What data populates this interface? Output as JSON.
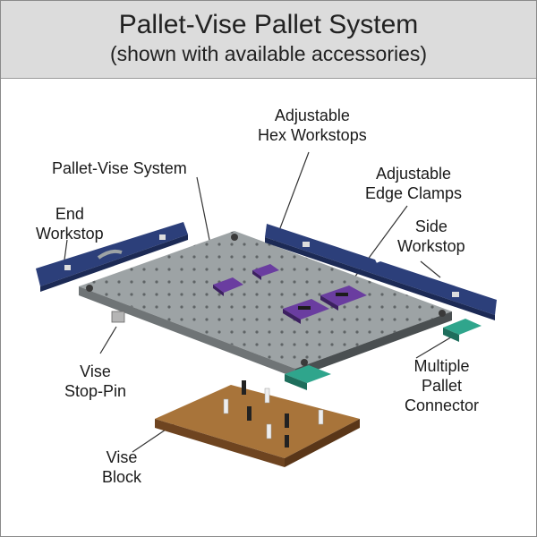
{
  "header": {
    "title": "Pallet-Vise Pallet System",
    "subtitle": "(shown with available accessories)"
  },
  "labels": {
    "hex_workstops": [
      "Adjustable",
      "Hex Workstops"
    ],
    "pallet_vise_system": "Pallet-Vise System",
    "edge_clamps": [
      "Adjustable",
      "Edge Clamps"
    ],
    "end_workstop": [
      "End",
      "Workstop"
    ],
    "side_workstop": [
      "Side",
      "Workstop"
    ],
    "vise_stop_pin": [
      "Vise",
      "Stop-Pin"
    ],
    "multiple_pallet_connector": [
      "Multiple",
      "Pallet",
      "Connector"
    ],
    "vise_block": [
      "Vise",
      "Block"
    ]
  },
  "colors": {
    "header_bg": "#dcdcdc",
    "pallet": "#9da3a5",
    "workstop": "#2c3f7a",
    "clamp": "#6a3da0",
    "connector": "#2fa58c",
    "vise_block": "#8b5a2b"
  }
}
